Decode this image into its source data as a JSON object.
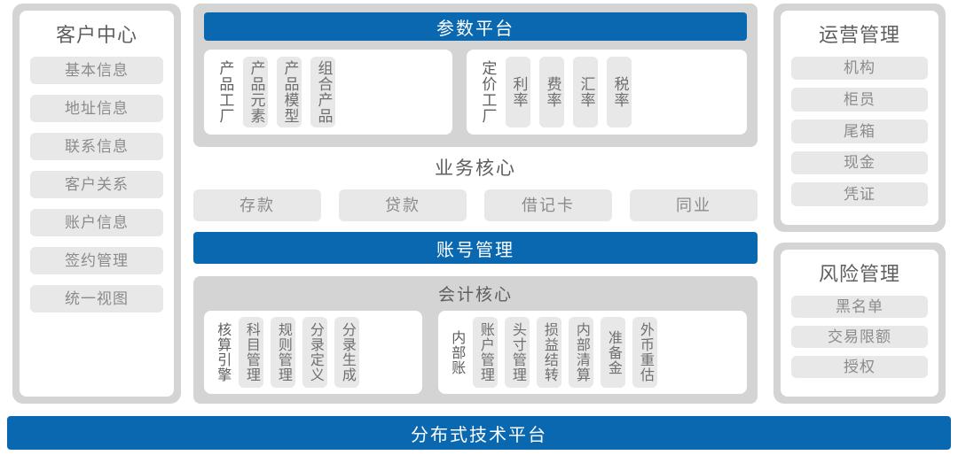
{
  "left_panel": {
    "title": "客户中心",
    "items": [
      {
        "label": "基本信息"
      },
      {
        "label": "地址信息"
      },
      {
        "label": "联系信息"
      },
      {
        "label": "客户关系"
      },
      {
        "label": "账户信息"
      },
      {
        "label": "签约管理"
      },
      {
        "label": "统一视图"
      }
    ]
  },
  "parameter_platform": {
    "title": "参数平台",
    "groups": [
      {
        "label": "产品工厂",
        "items": [
          {
            "label": "产品元素"
          },
          {
            "label": "产品模型"
          },
          {
            "label": "组合产品"
          }
        ]
      },
      {
        "label": "定价工厂",
        "items": [
          {
            "label": "利率"
          },
          {
            "label": "费率"
          },
          {
            "label": "汇率"
          },
          {
            "label": "税率"
          }
        ]
      }
    ]
  },
  "business_core": {
    "title": "业务核心",
    "items": [
      {
        "label": "存款"
      },
      {
        "label": "贷款"
      },
      {
        "label": "借记卡"
      },
      {
        "label": "同业"
      }
    ],
    "account_bar": "账号管理"
  },
  "accounting_core": {
    "title": "会计核心",
    "groups": [
      {
        "label": "核算引擎",
        "items": [
          {
            "label": "科目管理"
          },
          {
            "label": "规则管理"
          },
          {
            "label": "分录定义"
          },
          {
            "label": "分录生成"
          }
        ]
      },
      {
        "label": "内部账",
        "items": [
          {
            "label": "账户管理"
          },
          {
            "label": "头寸管理"
          },
          {
            "label": "损益结转"
          },
          {
            "label": "内部清算"
          },
          {
            "label": "准备金"
          },
          {
            "label": "外币重估"
          }
        ]
      }
    ]
  },
  "ops_panel": {
    "title": "运营管理",
    "items": [
      {
        "label": "机构"
      },
      {
        "label": "柜员"
      },
      {
        "label": "尾箱"
      },
      {
        "label": "现金"
      },
      {
        "label": "凭证"
      }
    ]
  },
  "risk_panel": {
    "title": "风险管理",
    "items": [
      {
        "label": "黑名单"
      },
      {
        "label": "交易限额"
      },
      {
        "label": "授权"
      }
    ]
  },
  "tech_platform": {
    "title": "分布式技术平台"
  },
  "colors": {
    "accent_blue": "#0a68b0",
    "frame_gray": "#d4d4d4",
    "chip_gray": "#e8e8e8",
    "text_gray": "#6f6f6f"
  }
}
